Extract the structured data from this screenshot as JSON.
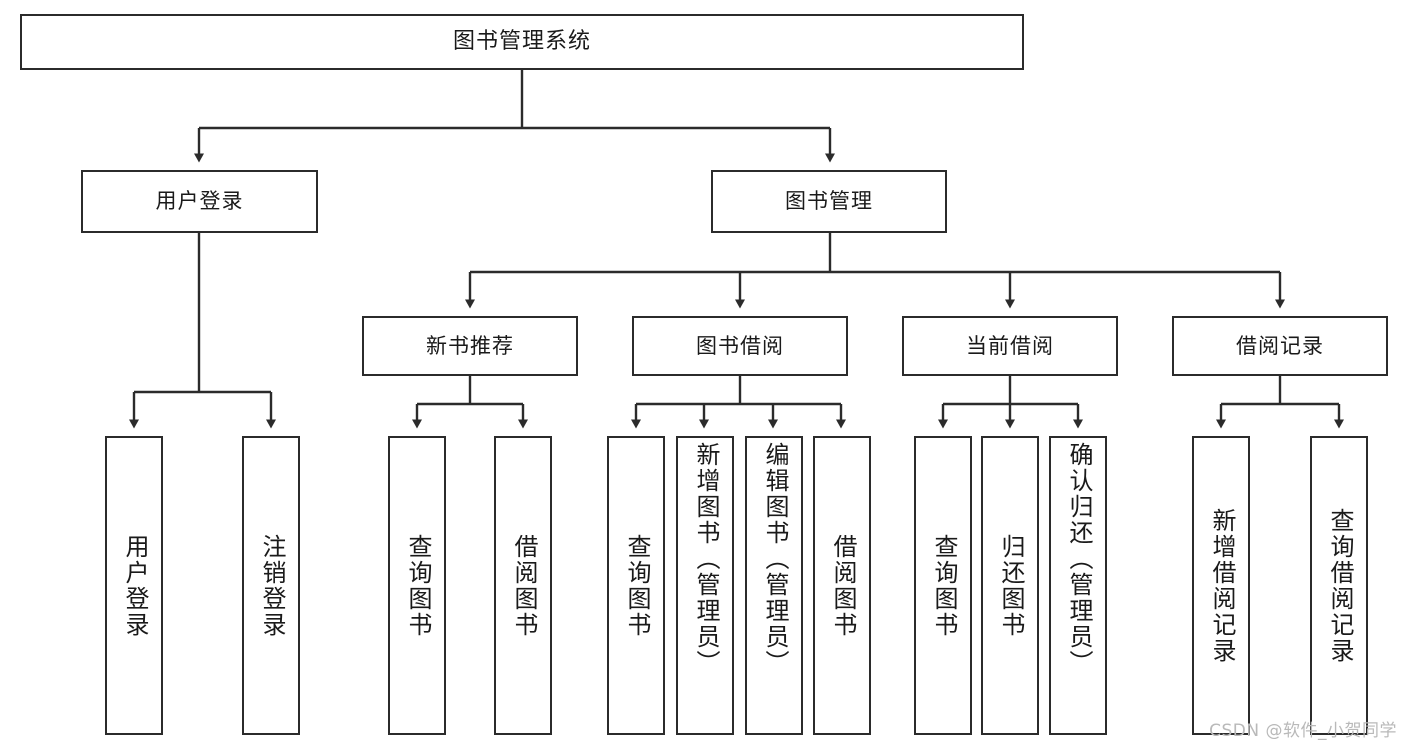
{
  "diagram": {
    "title": "图书管理系统",
    "type": "hierarchy-tree",
    "watermark": "CSDN @软件_小贺同学",
    "colors": {
      "background": "#ffffff",
      "box_border": "#2b2b2b",
      "box_fill": "#ffffff",
      "text": "#1a1a1a",
      "edge": "#2b2b2b",
      "watermark": "#b9b9b9"
    }
  },
  "root": {
    "label": "图书管理系统"
  },
  "level2": [
    {
      "label": "用户登录"
    },
    {
      "label": "图书管理"
    }
  ],
  "level3": [
    {
      "label": "新书推荐"
    },
    {
      "label": "图书借阅"
    },
    {
      "label": "当前借阅"
    },
    {
      "label": "借阅记录"
    }
  ],
  "leaves": {
    "user_login": [
      {
        "label": "用户登录"
      },
      {
        "label": "注销登录"
      }
    ],
    "new_book_recommend": [
      {
        "label": "查询图书"
      },
      {
        "label": "借阅图书"
      }
    ],
    "book_borrow": [
      {
        "label": "查询图书"
      },
      {
        "label": "新增图书（管理员）"
      },
      {
        "label": "编辑图书（管理员）"
      },
      {
        "label": "借阅图书"
      }
    ],
    "current_borrow": [
      {
        "label": "查询图书"
      },
      {
        "label": "归还图书"
      },
      {
        "label": "确认归还（管理员）"
      }
    ],
    "borrow_record": [
      {
        "label": "新增借阅记录"
      },
      {
        "label": "查询借阅记录"
      }
    ]
  }
}
